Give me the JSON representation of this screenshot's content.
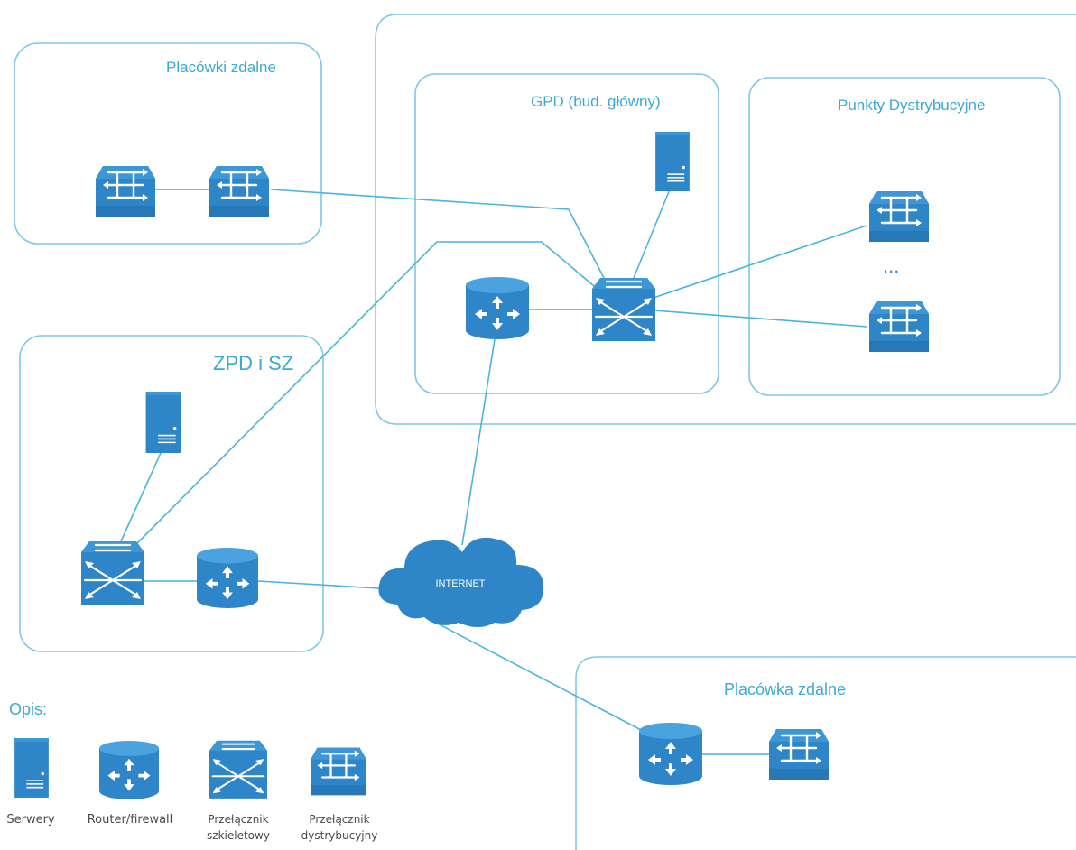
{
  "colors": {
    "accent": "#3aa9d6",
    "device": "#2e86c8",
    "device_dark": "#1f6fab",
    "link": "#49b4df"
  },
  "zones": {
    "remote_branches": "Placówki zdalne",
    "main_building": "GPD (bud. główny)",
    "distribution_points": "Punkty Dystrybucyjne",
    "zpd_sz": "ZPD i SZ",
    "remote_branch": "Placówka zdalne"
  },
  "cloud": {
    "label": "INTERNET"
  },
  "ellipsis": "...",
  "legend": {
    "title": "Opis:",
    "items": [
      {
        "icon": "server-icon",
        "label": "Serwery"
      },
      {
        "icon": "router-icon",
        "label": "Router/firewall"
      },
      {
        "icon": "core-switch-icon",
        "label": "Przełącznik szkieletowy"
      },
      {
        "icon": "distribution-switch-icon",
        "label": "Przełącznik dystrybucyjny"
      }
    ]
  }
}
